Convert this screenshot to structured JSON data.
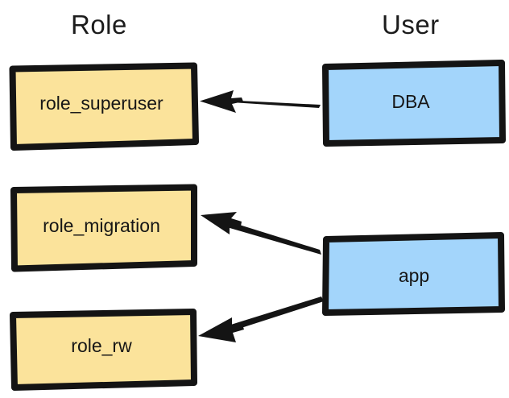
{
  "diagram": {
    "title_columns": {
      "role": "Role",
      "user": "User"
    },
    "colors": {
      "role_fill": "#fbe39b",
      "user_fill": "#a3d5fb",
      "stroke": "#141414",
      "text": "#161616",
      "background": "#ffffff"
    },
    "nodes": [
      {
        "id": "role_superuser",
        "label": "role_superuser",
        "column": "Role",
        "fill": "#fbe39b"
      },
      {
        "id": "role_migration",
        "label": "role_migration",
        "column": "Role",
        "fill": "#fbe39b"
      },
      {
        "id": "role_rw",
        "label": "role_rw",
        "column": "Role",
        "fill": "#fbe39b"
      },
      {
        "id": "dba",
        "label": "DBA",
        "column": "User",
        "fill": "#a3d5fb"
      },
      {
        "id": "app",
        "label": "app",
        "column": "User",
        "fill": "#a3d5fb"
      }
    ],
    "edges": [
      {
        "from": "dba",
        "to": "role_superuser",
        "direction": "right-to-left",
        "style": "solid-arrow"
      },
      {
        "from": "app",
        "to": "role_migration",
        "direction": "right-to-left-up",
        "style": "solid-arrow"
      },
      {
        "from": "app",
        "to": "role_rw",
        "direction": "right-to-left-down",
        "style": "solid-arrow"
      }
    ]
  }
}
